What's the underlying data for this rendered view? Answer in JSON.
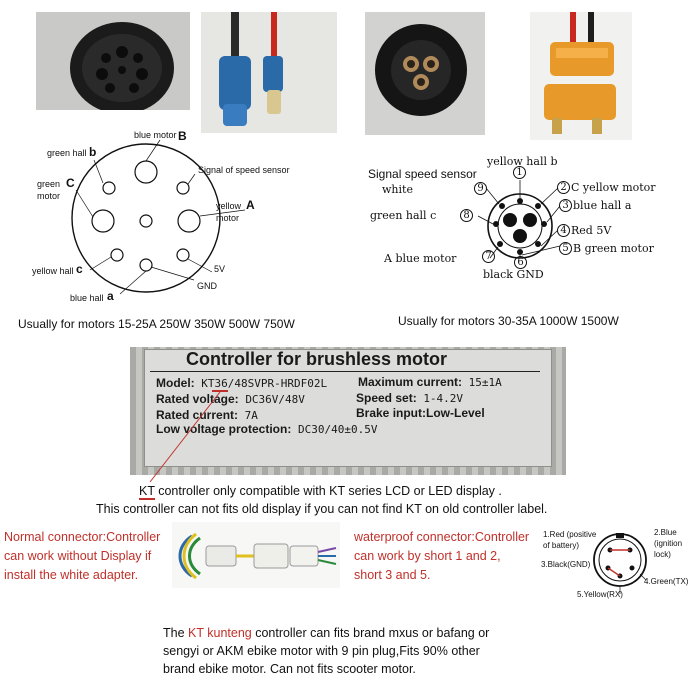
{
  "connector_small": {
    "pins": {
      "blue_motor": "blue motor",
      "blue_motor_letter": "B",
      "green_hall": "green hall",
      "green_hall_letter": "b",
      "green_motor_line1": "green",
      "green_motor_line2": "motor",
      "green_motor_letter": "C",
      "signal_speed": "Signal of speed sensor",
      "yellow_motor_line1": "yellow",
      "yellow_motor_line2": "motor",
      "yellow_motor_letter": "A",
      "yellow_hall": "yellow hall",
      "yellow_hall_letter": "c",
      "five_v": "5V",
      "gnd": "GND",
      "blue_hall": "blue hall",
      "blue_hall_letter": "a"
    },
    "caption": "Usually for motors 15-25A 250W 350W 500W 750W"
  },
  "connector_large": {
    "pins": {
      "signal_line1": "Signal speed sensor",
      "signal_line2": "white",
      "yellow_hall": "yellow hall b",
      "c_yellow_motor": "C yellow motor",
      "blue_hall": "blue hall a",
      "red": "Red 5V",
      "b_green_motor": "B green motor",
      "black_gnd": "black GND",
      "a_blue_motor": "A blue motor",
      "green_hall": "green hall c"
    },
    "numbers": [
      "1",
      "2",
      "3",
      "4",
      "5",
      "6",
      "7",
      "8",
      "9"
    ],
    "caption": "Usually for motors 30-35A 1000W 1500W"
  },
  "label_plate": {
    "title": "Controller for brushless motor",
    "model_label": "Model:",
    "model_value": "KT36/48SVPR-HRDF02L",
    "max_current_label": "Maximum current:",
    "max_current_value": "15±1A",
    "rated_voltage_label": "Rated voltage:",
    "rated_voltage_value": "DC36V/48V",
    "speed_set_label": "Speed set:",
    "speed_set_value": "1-4.2V",
    "rated_current_label": "Rated current:",
    "rated_current_value": "7A",
    "brake_label": "Brake input:Low-Level",
    "low_voltage_label": "Low voltage protection:",
    "low_voltage_value": "DC30/40±0.5V"
  },
  "compat": {
    "kt": "KT",
    "line1_rest": " controller only compatible with KT series LCD or LED display .",
    "line2": "This controller can not fits old display if you can not find KT on old controller label."
  },
  "normal_connector": {
    "line1": "Normal connector:Controller",
    "line2": "can work without Display if",
    "line3": "install the white adapter."
  },
  "waterproof_connector": {
    "line1": "waterproof connector:Controller",
    "line2": "can work by short 1 and 2,",
    "line3": "short 3 and 5.",
    "pin1_line1": "1.Red (positive",
    "pin1_line2": "of battery)",
    "pin2_line1": "2.Blue",
    "pin2_line2": "(ignition",
    "pin2_line3": "lock)",
    "pin3": "3.Black(GND)",
    "pin4": "4.Green(TX)",
    "pin5": "5.Yellow(RX)"
  },
  "footer": {
    "the": "The ",
    "kt_kunteng": "KT kunteng",
    "rest1": " controller can fits brand mxus or bafang or",
    "line2": "sengyi or AKM ebike motor with 9 pin plug,Fits 90% other",
    "line3": "brand ebike motor. Can not fits scooter motor."
  },
  "colors": {
    "accent_red": "#c0302a",
    "plate_bg": "#d9dad7",
    "connector_orange": "#e79a2a",
    "connector_blue": "#2b6aa8"
  }
}
